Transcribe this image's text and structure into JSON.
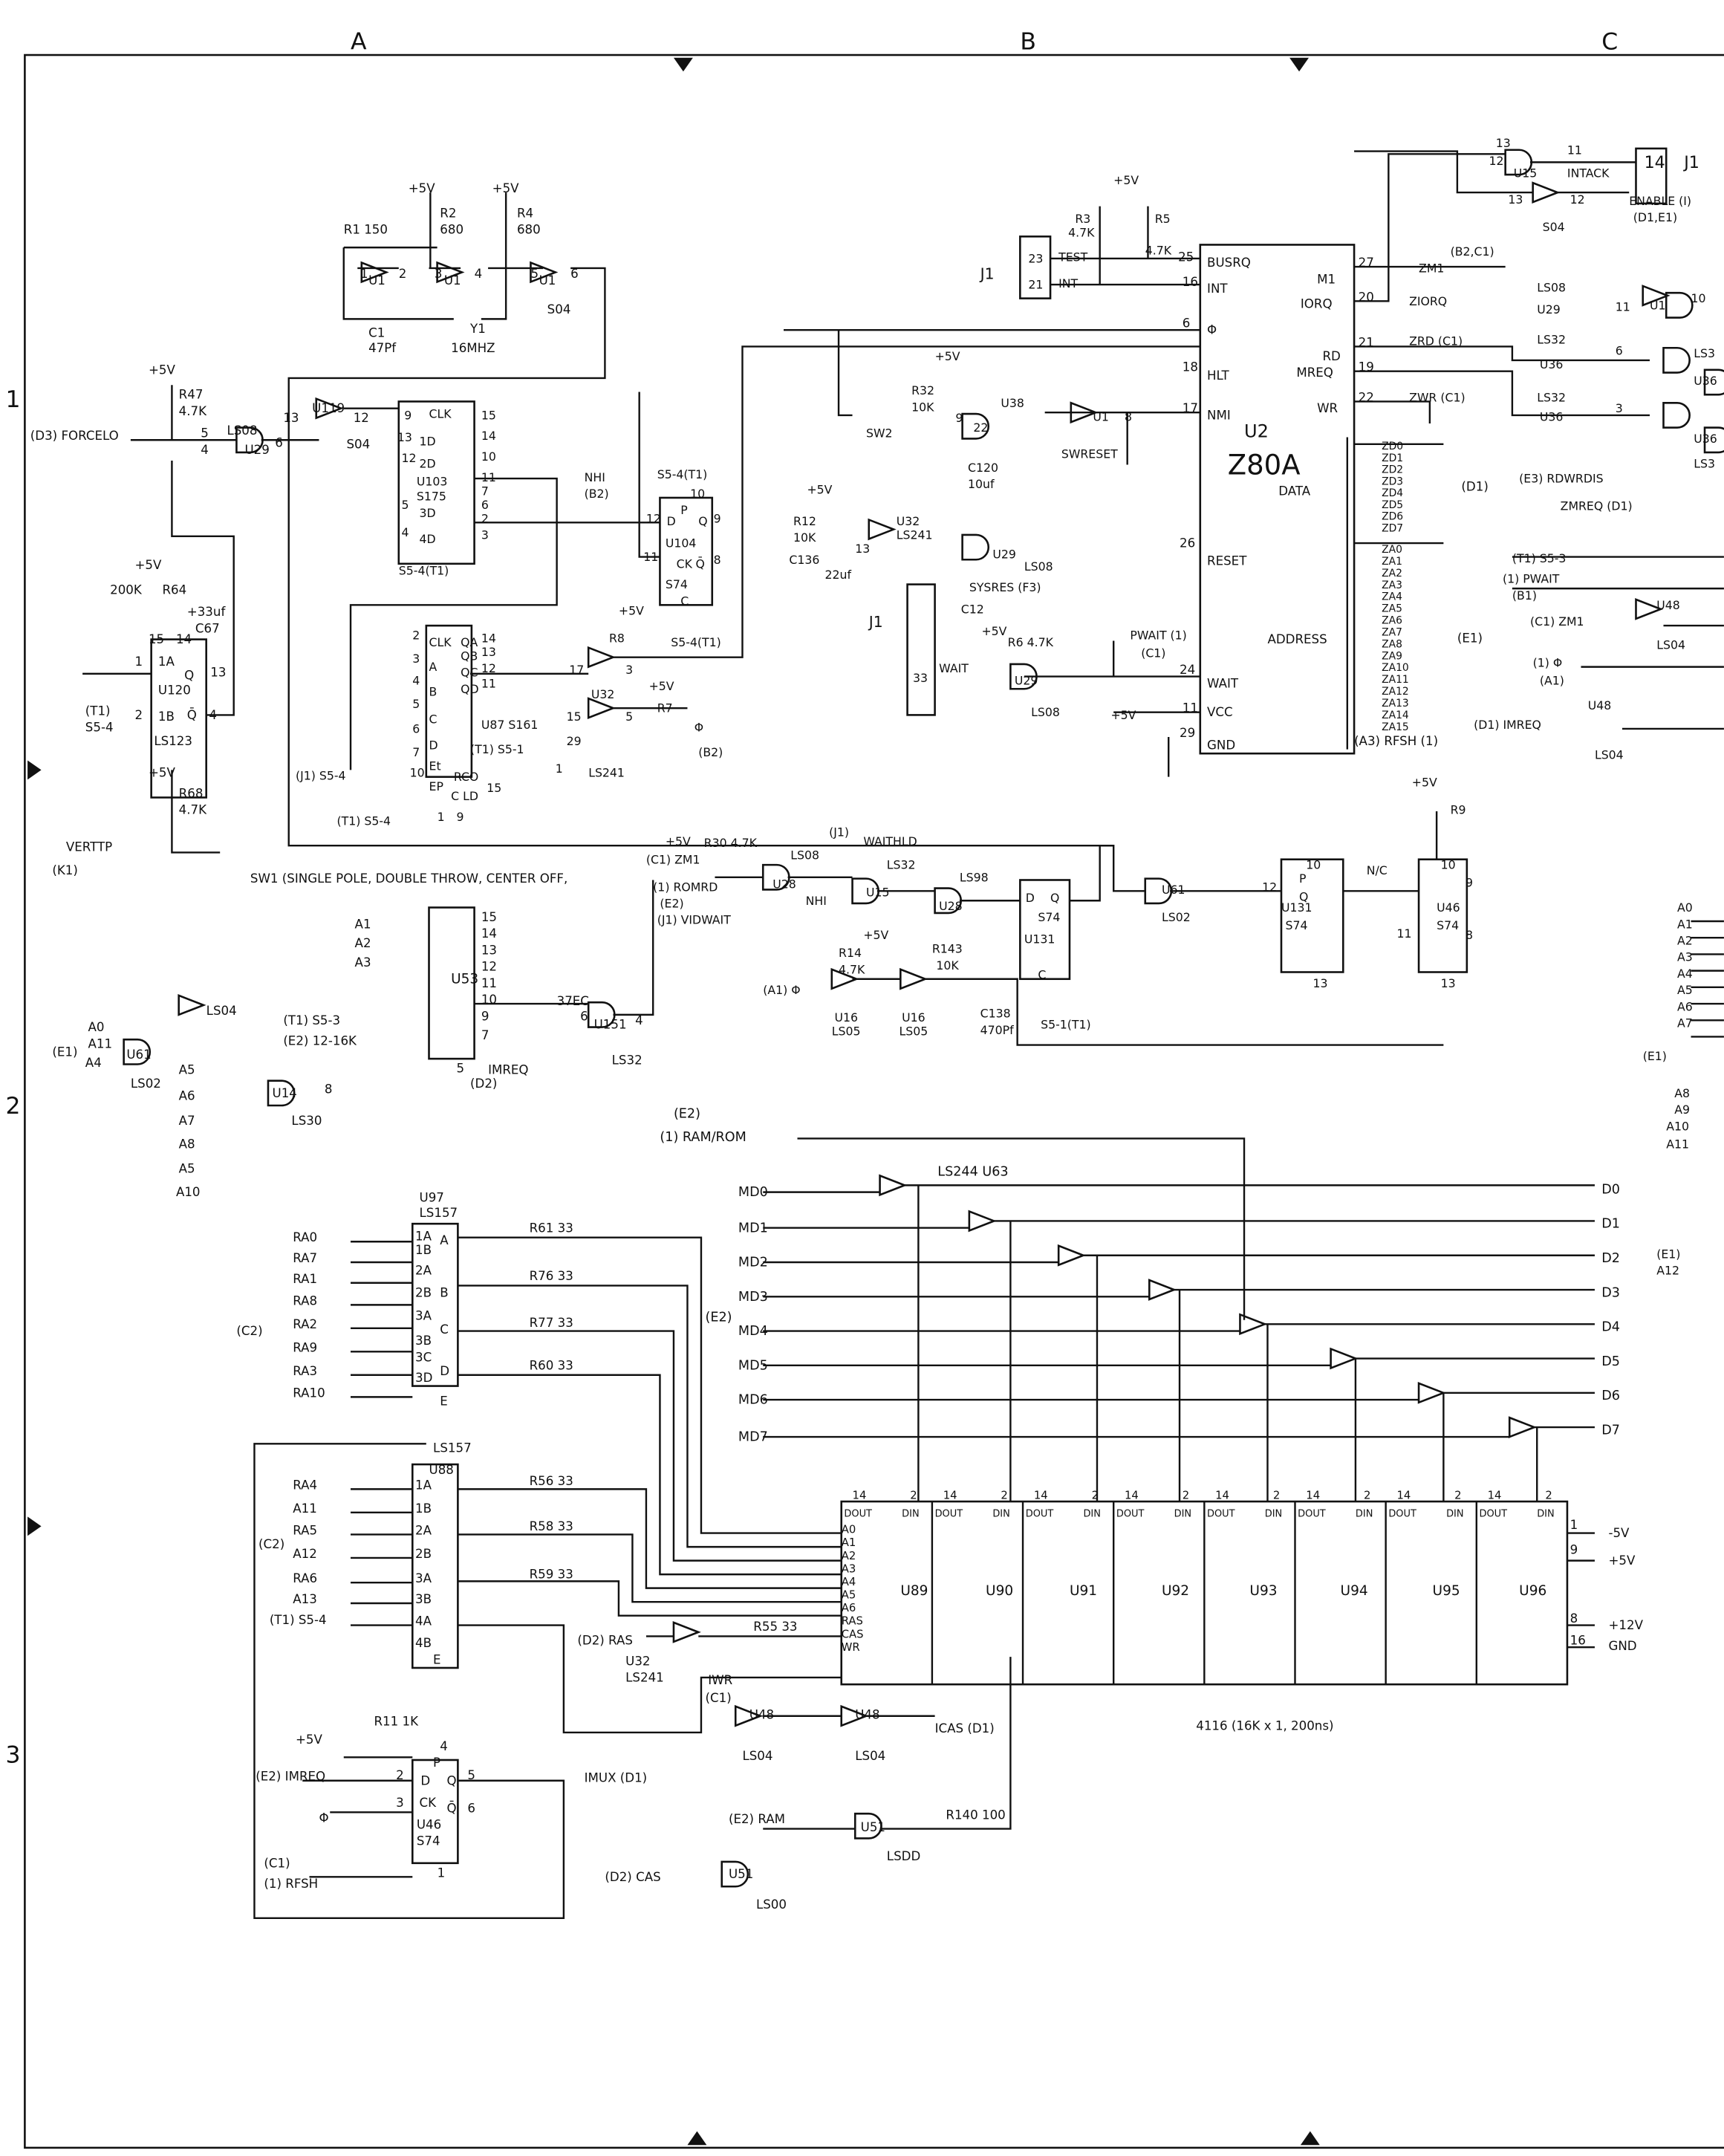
{
  "grid": {
    "columns": [
      "A",
      "B",
      "C"
    ],
    "rows": [
      "1",
      "2",
      "3"
    ]
  },
  "clock": [
    "+5V",
    "+5V",
    "R1 150",
    "R2",
    "680",
    "R4",
    "680",
    "U1",
    "U1",
    "U1",
    "C1",
    "47Pf",
    "Y1",
    "16MHZ",
    "S04",
    "1",
    "2",
    "3",
    "4",
    "5",
    "6"
  ],
  "reset_logic": [
    "+5V",
    "R47",
    "4.7K",
    "(D3) FORCELO",
    "LS08",
    "U29",
    "U119",
    "S04",
    "13",
    "12",
    "5",
    "4",
    "6",
    "+5V",
    "200K",
    "R64",
    "+33uf",
    "C67",
    "1A",
    "U120",
    "1B",
    "LS123",
    "Q",
    "Q̄",
    "(T1)",
    "S5-4",
    "1",
    "2",
    "13",
    "4",
    "15",
    "14",
    "+5V",
    "R68",
    "4.7K",
    "VERTTP",
    "(K1)",
    "SW1 (SINGLE POLE, DOUBLE THROW, CENTER OFF,"
  ],
  "counters": [
    "CLK",
    "1D",
    "2D",
    "U103",
    "S175",
    "3D",
    "4D",
    "S5-4(T1)",
    "NHI",
    "(B2)",
    "9",
    "13",
    "12",
    "5",
    "4",
    "15",
    "14",
    "10",
    "11",
    "7",
    "6",
    "2",
    "3",
    "S5-4(T1)",
    "D",
    "P",
    "Q",
    "U104",
    "CK",
    "Q̄",
    "S74",
    "C",
    "S5-4(T1)",
    "12",
    "11",
    "10",
    "9",
    "8",
    "CLK",
    "A",
    "B",
    "C",
    "D",
    "Et",
    "EP",
    "QA",
    "QB",
    "QC",
    "QD",
    "RCO",
    "C LD",
    "U87 S161",
    "(J1) S5-4",
    "(T1) S5-4",
    "(T1) S5-1",
    "2",
    "3",
    "4",
    "5",
    "6",
    "7",
    "10",
    "14",
    "13",
    "12",
    "11",
    "15",
    "1",
    "9",
    "+5V",
    "R8",
    "+5V",
    "R7",
    "Φ",
    "(B2)",
    "U32",
    "LS241",
    "17",
    "3",
    "15",
    "5",
    "29",
    "1"
  ],
  "cpu": [
    "U2",
    "Z80A",
    "BUSRQ",
    "INT",
    "Φ",
    "HLT",
    "NMI",
    "RESET",
    "WAIT",
    "VCC",
    "GND",
    "M1",
    "IORQ",
    "RD",
    "MREQ",
    "WR",
    "DATA",
    "ADDRESS",
    "25",
    "16",
    "6",
    "18",
    "17",
    "26",
    "24",
    "11",
    "29",
    "27",
    "20",
    "21",
    "19",
    "22",
    "(D1)",
    "(E1)",
    "(A3) RFSH (1)"
  ],
  "cpu_data": [
    "ZD0",
    "ZD1",
    "ZD2",
    "ZD3",
    "ZD4",
    "ZD5",
    "ZD6",
    "ZD7"
  ],
  "cpu_addr": [
    "ZA0",
    "ZA1",
    "ZA2",
    "ZA3",
    "ZA4",
    "ZA5",
    "ZA6",
    "ZA7",
    "ZA8",
    "ZA9",
    "ZA10",
    "ZA11",
    "ZA12",
    "ZA13",
    "ZA14",
    "ZA15"
  ],
  "cpu_right": [
    "ZM1",
    "(B2,C1)",
    "ZIORQ",
    "ZRD (C1)",
    "ZWR (C1)",
    "13",
    "12",
    "U15",
    "11",
    "INTACK",
    "14",
    "J1",
    "13",
    "S04",
    "12",
    "ENABLE (I)",
    "(D1,E1)",
    "LS08",
    "U29",
    "11",
    "U1",
    "10",
    "LS32",
    "U36",
    "6",
    "LS32",
    "U36",
    "3",
    "LS3",
    "U36",
    "U36",
    "LS3",
    "(E3) RDWRDIS",
    "ZMREQ (D1)",
    "(T1) S5-3",
    "(1) PWAIT",
    "(B1)",
    "(C1) ZM1",
    "U48",
    "LS04",
    "(1) Φ",
    "(A1)",
    "(D1) IMREQ",
    "U48",
    "LS04",
    "J1",
    "23",
    "21",
    "TEST",
    "INT",
    "R3",
    "4.7K",
    "R5",
    "4.7K",
    "+5V"
  ],
  "middle": [
    "+5V",
    "R32",
    "10K",
    "SW2",
    "U38",
    "22",
    "U1",
    "SWRESET",
    "C120",
    "10uf",
    "+5V",
    "R12",
    "10K",
    "C136",
    "22uf",
    "U32",
    "LS241",
    "U29",
    "LS08",
    "SYSRES (F3)",
    "J1",
    "33",
    "C12",
    "+5V",
    "R6 4.7K",
    "WAIT",
    "PWAIT (1)",
    "(C1)",
    "U29",
    "LS08",
    "+5V",
    "13",
    "9",
    "8"
  ],
  "wait_chain": [
    "+5V",
    "R9",
    "(C1) ZM1",
    "+5V",
    "R30 4.7K",
    "(1) ROMRD",
    "(E2)",
    "(J1) VIDWAIT",
    "(J1)",
    "WAITHLD",
    "LS08",
    "U28",
    "NHI",
    "LS32",
    "U15",
    "LS98",
    "U28",
    "D",
    "Q",
    "S74",
    "U131",
    "C",
    "S5-1(T1)",
    "+5V",
    "R14",
    "4.7K",
    "R143",
    "10K",
    "(A1) Φ",
    "U16",
    "LS05",
    "U16",
    "LS05",
    "C138",
    "470Pf",
    "U61",
    "LS02",
    "P",
    "Q",
    "U131",
    "S74",
    "N/C",
    "U46",
    "S74",
    "10",
    "10",
    "9",
    "8",
    "12",
    "11",
    "13",
    "13"
  ],
  "decoder": [
    "A1",
    "A2",
    "A3",
    "U53",
    "(T1) S5-3",
    "(E2) 12-16K",
    "37EC",
    "U151",
    "LS32",
    "IMREQ",
    "(D2)",
    "A0",
    "A11",
    "A4",
    "(E1)",
    "LS04",
    "U61",
    "LS02",
    "A5",
    "A6",
    "A7",
    "A8",
    "A5",
    "A10",
    "U14",
    "LS30",
    "8",
    "15",
    "14",
    "13",
    "12",
    "11",
    "10",
    "9",
    "7",
    "6",
    "4",
    "5"
  ],
  "memory": [
    "(E2)",
    "(1) RAM/ROM",
    "LS244  U63",
    "(E2)",
    "MD0",
    "MD1",
    "MD2",
    "MD3",
    "MD4",
    "MD5",
    "MD6",
    "MD7",
    "D0",
    "D1",
    "D2",
    "D3",
    "D4",
    "D5",
    "D6",
    "D7"
  ],
  "mux": [
    "U97",
    "LS157",
    "1A",
    "1B",
    "2A",
    "2B",
    "3A",
    "3B",
    "3C",
    "3D",
    "A",
    "B",
    "C",
    "D",
    "E",
    "RA0",
    "RA7",
    "RA1",
    "RA8",
    "RA2",
    "RA9",
    "RA3",
    "RA10",
    "(C2)",
    "R61 33",
    "R76 33",
    "R77 33",
    "R60 33",
    "LS157",
    "U88",
    "1A",
    "1B",
    "2A",
    "2B",
    "3A",
    "3B",
    "4A",
    "4B",
    "E",
    "RA4",
    "A11",
    "RA5",
    "A12",
    "RA6",
    "A13",
    "(T1) S5-4",
    "(C2)",
    "R56 33",
    "R58 33",
    "R59 33"
  ],
  "ram": {
    "chips": [
      "U89",
      "U90",
      "U91",
      "U92",
      "U93",
      "U94",
      "U95",
      "U96"
    ],
    "pins": [
      "A0",
      "A1",
      "A2",
      "A3",
      "A4",
      "A5",
      "A6",
      "RAS",
      "CAS",
      "WR"
    ],
    "dout": "DOUT",
    "din": "DIN",
    "pin14": "14",
    "pin2": "2",
    "supply": [
      "-5V",
      "+5V",
      "+12V",
      "GND",
      "1",
      "9",
      "8",
      "16"
    ],
    "part": "4116 (16K x 1, 200ns)"
  },
  "misc_bottom": [
    "(D2) RAS",
    "U32",
    "LS241",
    "R55 33",
    "IWR",
    "(C1)",
    "U48",
    "LS04",
    "U48",
    "LS04",
    "ICAS (D1)",
    "(E2) RAM",
    "U51",
    "LSDD",
    "R140 100",
    "(D2) CAS",
    "U51",
    "LS00",
    "+5V",
    "R11 1K",
    "(E2) IMREQ",
    "Φ",
    "P",
    "D",
    "Q",
    "CK",
    "Q̄",
    "U46",
    "S74",
    "(C1)",
    "(1) RFSH",
    "IMUX (D1)",
    "4",
    "2",
    "3",
    "5",
    "6",
    "1"
  ],
  "right_edge": [
    "A0",
    "A1",
    "A2",
    "A3",
    "A4",
    "A5",
    "A6",
    "A7",
    "(E1)",
    "A8",
    "A9",
    "A10",
    "A11",
    "(E1)",
    "A12"
  ]
}
